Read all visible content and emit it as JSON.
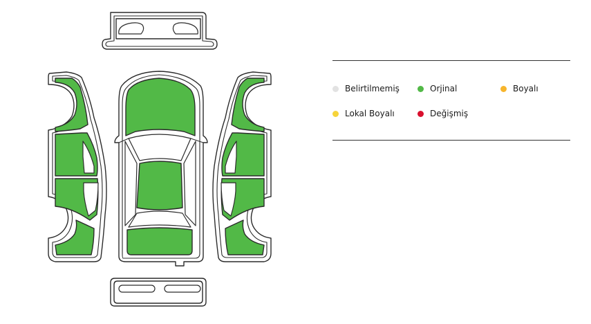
{
  "colors": {
    "unspecified": "#e2e2e2",
    "original": "#52b947",
    "painted": "#f7b52c",
    "locally_painted": "#f6d43b",
    "replaced": "#d9102e",
    "outline": "#2b2b2b"
  },
  "legend": {
    "items": [
      {
        "label": "Belirtilmemiş",
        "color": "#e2e2e2"
      },
      {
        "label": "Orjinal",
        "color": "#52b947"
      },
      {
        "label": "Boyalı",
        "color": "#f7b52c"
      },
      {
        "label": "Lokal Boyalı",
        "color": "#f6d43b"
      },
      {
        "label": "Değişmiş",
        "color": "#d9102e"
      }
    ]
  },
  "parts": {
    "front_bumper": "unspecified",
    "rear_bumper": "unspecified",
    "hood": "original",
    "roof": "original",
    "trunk": "original",
    "left_front_fender": "original",
    "left_front_door": "original",
    "left_rear_door": "original",
    "left_rear_fender": "original",
    "right_front_fender": "original",
    "right_front_door": "original",
    "right_rear_door": "original",
    "right_rear_fender": "original"
  }
}
